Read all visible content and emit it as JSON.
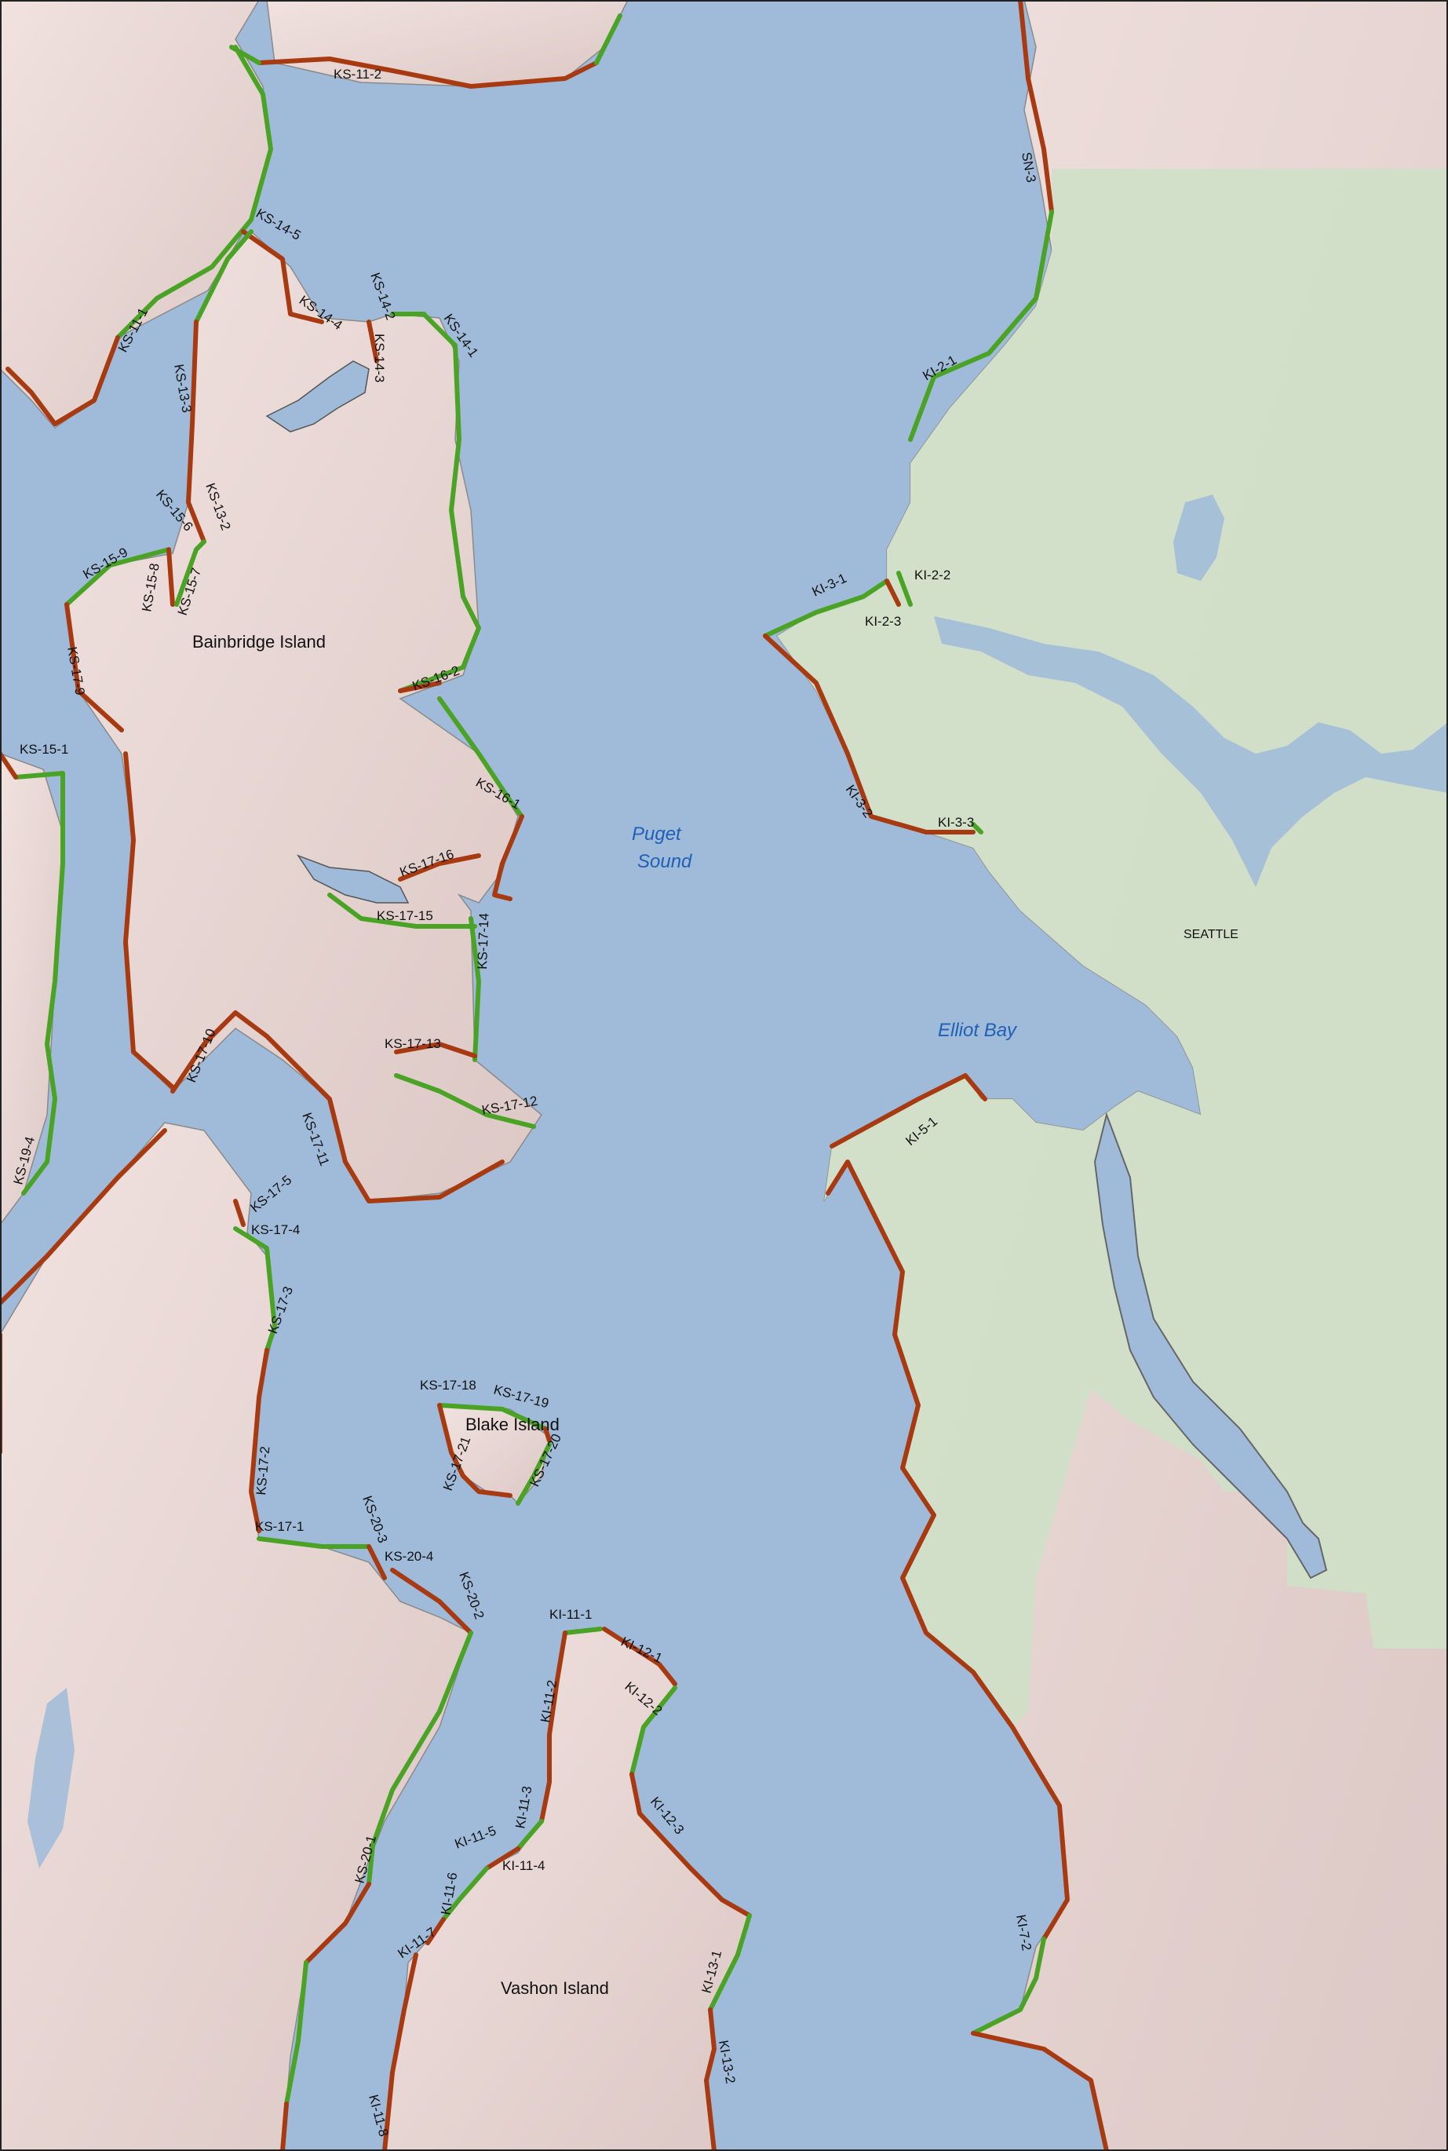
{
  "colors": {
    "water": "#9fbbd9",
    "land": "#ead9d6",
    "park": "#cfe0c8",
    "segment_red": "#a83a12",
    "segment_green": "#4aa325",
    "label_blue": "#1f5fb5"
  },
  "places": {
    "bainbridge": "Bainbridge Island",
    "blake": "Blake Island",
    "vashon": "Vashon Island",
    "seattle": "SEATTLE",
    "puget_line1": "Puget",
    "puget_line2": "Sound",
    "elliot": "Elliot Bay"
  },
  "segments": [
    "KS-11-2",
    "SN-3",
    "KS-14-5",
    "KS-14-4",
    "KS-14-2",
    "KS-14-1",
    "KS-14-3",
    "KS-11-1",
    "KS-13-3",
    "KI-2-1",
    "KS-15-6",
    "KS-13-2",
    "KS-15-9",
    "KS-15-8",
    "KS-15-7",
    "KI-3-1",
    "KI-2-2",
    "KI-2-3",
    "KS-17-9",
    "KS-16-2",
    "KS-15-1",
    "KS-16-1",
    "KI-3-2",
    "KI-3-3",
    "KS-17-16",
    "KS-17-15",
    "KS-17-14",
    "KS-17-10",
    "KS-17-13",
    "KS-17-12",
    "KS-17-11",
    "KS-19-4",
    "KI-5-1",
    "KS-17-5",
    "KS-17-4",
    "KS-17-3",
    "KS-17-18",
    "KS-17-19",
    "KS-17-21",
    "KS-17-20",
    "KS-17-2",
    "KS-17-1",
    "KS-20-3",
    "KS-20-4",
    "KS-20-2",
    "KI-11-1",
    "KI-12-1",
    "KI-11-2",
    "KI-12-2",
    "KI-11-3",
    "KI-12-3",
    "KI-11-5",
    "KI-11-4",
    "KI-11-6",
    "KS-20-1",
    "KI-11-7",
    "KI-13-1",
    "KI-7-2",
    "KI-13-2",
    "KI-11-8"
  ]
}
